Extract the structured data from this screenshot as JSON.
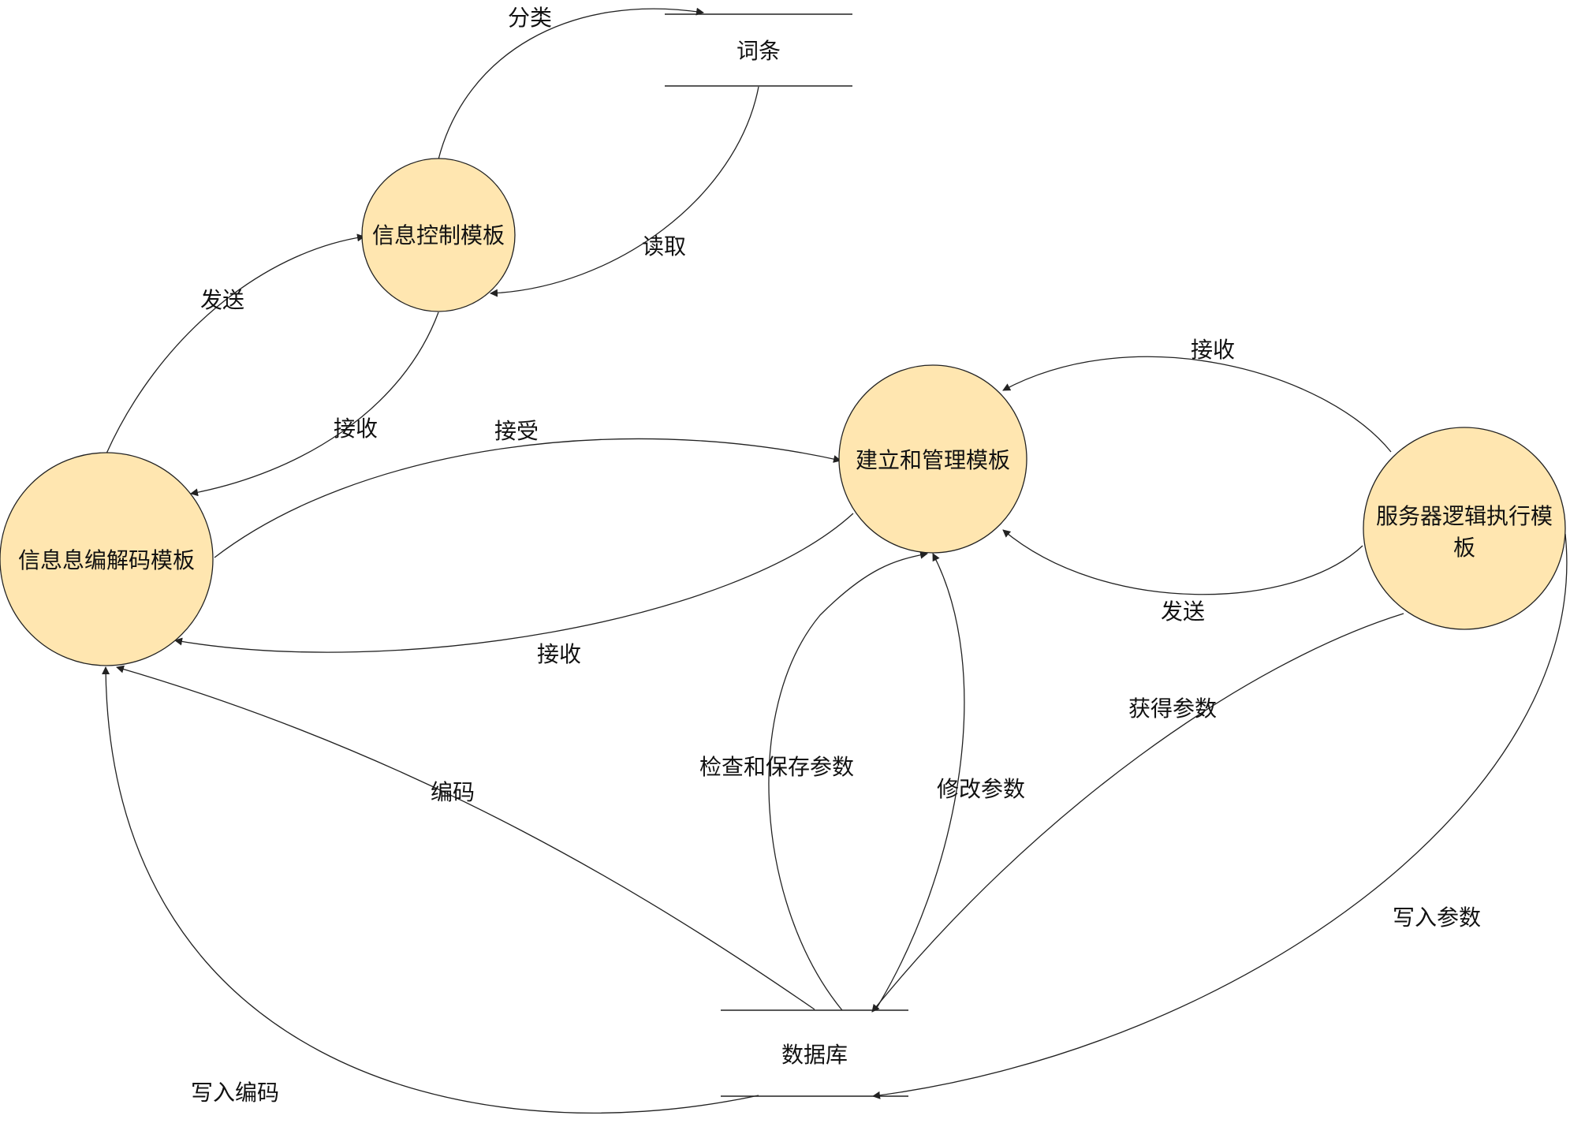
{
  "nodes": {
    "info_control": {
      "label": "信息控制模板"
    },
    "info_codec": {
      "label": "信息息编解码模板"
    },
    "build_manage": {
      "label": "建立和管理模板"
    },
    "server_logic": {
      "label_line1": "服务器逻辑执行模",
      "label_line2": "板"
    }
  },
  "stores": {
    "terms": {
      "label": "词条"
    },
    "database": {
      "label": "数据库"
    }
  },
  "edges": {
    "classify": "分类",
    "read": "读取",
    "send_to_control": "发送",
    "receive_from_control": "接收",
    "accept": "接受",
    "receive_from_build": "接收",
    "receive_from_server": "接收",
    "send_from_server": "发送",
    "encode": "编码",
    "write_encode": "写入编码",
    "check_save_params": "检查和保存参数",
    "modify_params": "修改参数",
    "get_params": "获得参数",
    "write_params": "写入参数"
  },
  "colors": {
    "node_fill": "#ffe6b0",
    "stroke": "#222222",
    "text": "#111111"
  }
}
